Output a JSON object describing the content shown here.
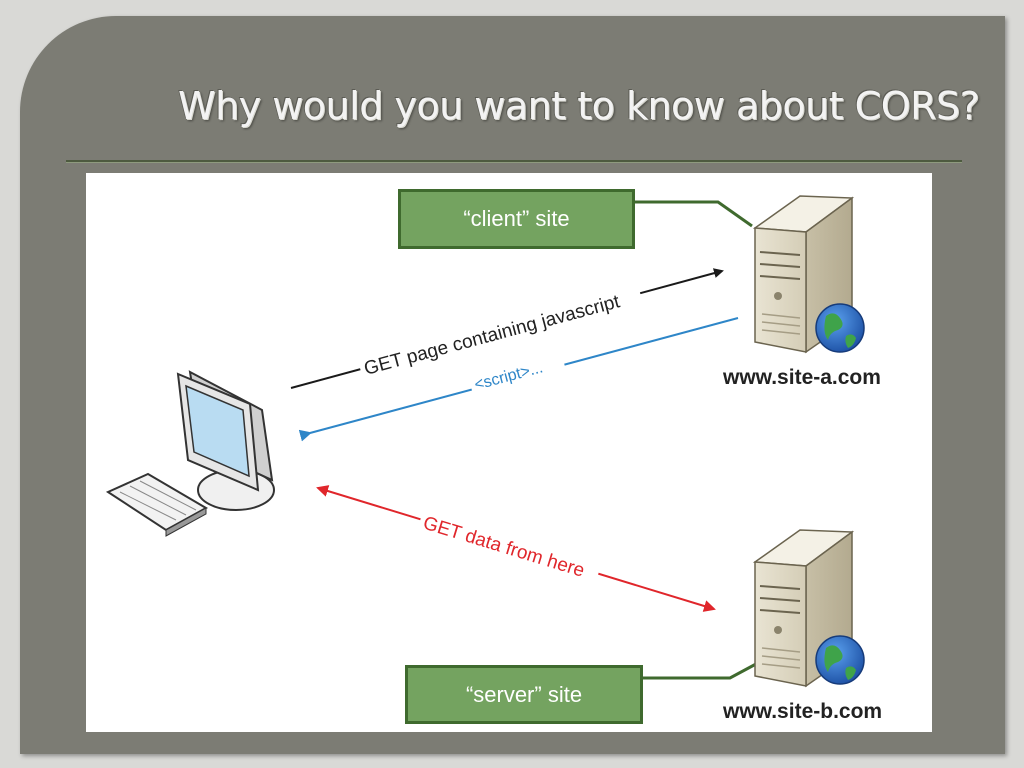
{
  "slide": {
    "title": "Why would you want to know about CORS?"
  },
  "diagram": {
    "client_callout": "“client” site",
    "server_callout": "“server” site",
    "site_a_label": "www.site-a.com",
    "site_b_label": "www.site-b.com",
    "arrow_request_label": "GET page containing javascript",
    "arrow_response_label": "<script>...",
    "arrow_data_label": "GET data from here",
    "colors": {
      "request_arrow": "#1a1a1a",
      "response_arrow": "#2e86c8",
      "data_arrow": "#e0262b",
      "callout_fill": "#74a360",
      "callout_border": "#3f6a2e",
      "frame": "#7c7c74"
    }
  }
}
